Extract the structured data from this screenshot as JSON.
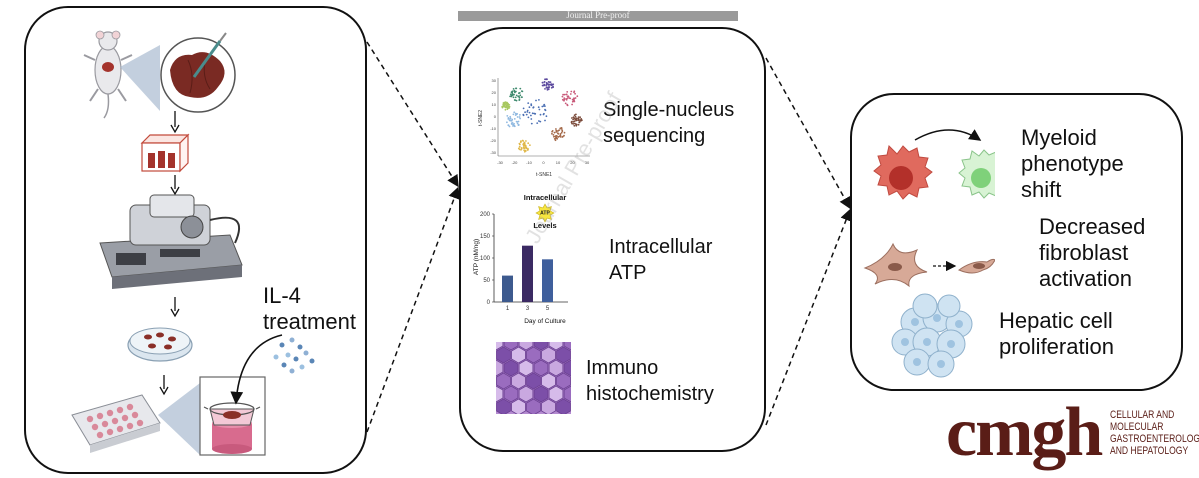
{
  "header": {
    "journal_label": "Journal Pre-proof"
  },
  "watermark": "Journal Pre-proof",
  "left_panel": {
    "treatment_label_line1": "IL-4",
    "treatment_label_line2": "treatment"
  },
  "middle_panel": {
    "tsne": {
      "x_axis_label": "t-SNE1",
      "y_axis_label": "t-SNE2",
      "x_ticks": [
        "-30",
        "-20",
        "-10",
        "0",
        "10",
        "20",
        "30"
      ],
      "y_ticks": [
        "30",
        "20",
        "10",
        "0",
        "-10",
        "-20",
        "-30"
      ]
    },
    "sequencing_label_line1": "Single-nucleus",
    "sequencing_label_line2": "sequencing",
    "atp_label_line1": "Intracellular",
    "atp_label_line2": "ATP",
    "ihc_label_line1": "Immuno",
    "ihc_label_line2": "histochemistry"
  },
  "right_panel": {
    "myeloid_line1": "Myeloid",
    "myeloid_line2": "phenotype",
    "myeloid_line3": "shift",
    "fibroblast_line1": "Decreased",
    "fibroblast_line2": "fibroblast",
    "fibroblast_line3": "activation",
    "hepatic_line1": "Hepatic cell",
    "hepatic_line2": "proliferation"
  },
  "logo": {
    "mark": "cmgh",
    "line1": "CELLULAR AND",
    "line2": "MOLECULAR",
    "line3": "GASTROENTEROLOGY",
    "line4": "AND HEPATOLOGY"
  },
  "chart_data": {
    "type": "bar",
    "title": "Intracellular ATP Levels",
    "title_line1": "Intracellular",
    "title_line2": "Levels",
    "badge": "ATP",
    "categories": [
      "1",
      "3",
      "5"
    ],
    "values": [
      60,
      128,
      97
    ],
    "bar_colors": [
      "#3d5a8e",
      "#3b2a63",
      "#3f5f9c"
    ],
    "xlabel": "Day of Culture",
    "ylabel": "ATP (nM/ng)",
    "ylim": [
      0,
      200
    ],
    "yticks": [
      0,
      50,
      100,
      150,
      200
    ],
    "grid": false,
    "legend": "none"
  }
}
